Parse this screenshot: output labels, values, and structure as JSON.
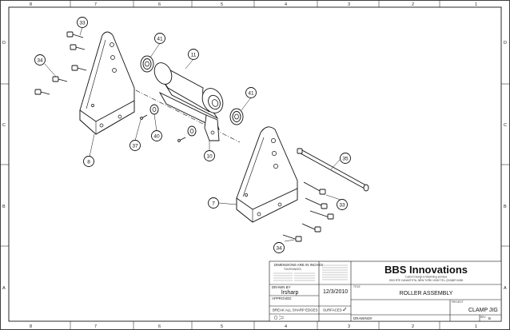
{
  "border": {
    "columns": [
      "8",
      "7",
      "6",
      "5",
      "4",
      "3",
      "2",
      "1"
    ],
    "rows": [
      "D",
      "C",
      "B",
      "A"
    ]
  },
  "balloons": [
    "33",
    "41",
    "11",
    "34",
    "41",
    "37",
    "40",
    "10",
    "8",
    "35",
    "7",
    "33",
    "34"
  ],
  "title_block": {
    "dimensions_header": "DIMENSIONS ARE IN INCHES",
    "tolerances_label": "TOLERANCES:",
    "drawn_by_label": "DRAWN BY",
    "drawn_by": "lrsharp",
    "date": "12/3/2010",
    "approved_label": "APPROVED",
    "edges_note": "BREAK ALL SHARP EDGES",
    "surfaces_label": "SURFACES",
    "drawing_no_label": "DRAWING#",
    "company": "BBS Innovations",
    "company_sub1": "Custom Design & Machining services",
    "company_sub2": "2203 RTE CANASTOTA, NEW YORK 13032  TEL: (315)697-6050",
    "title_label": "TITLE",
    "title": "ROLLER ASSEMBLY",
    "project_label": "PROJECT",
    "project": "CLAMP JIG",
    "rev_label": "REV",
    "rev": "B"
  }
}
